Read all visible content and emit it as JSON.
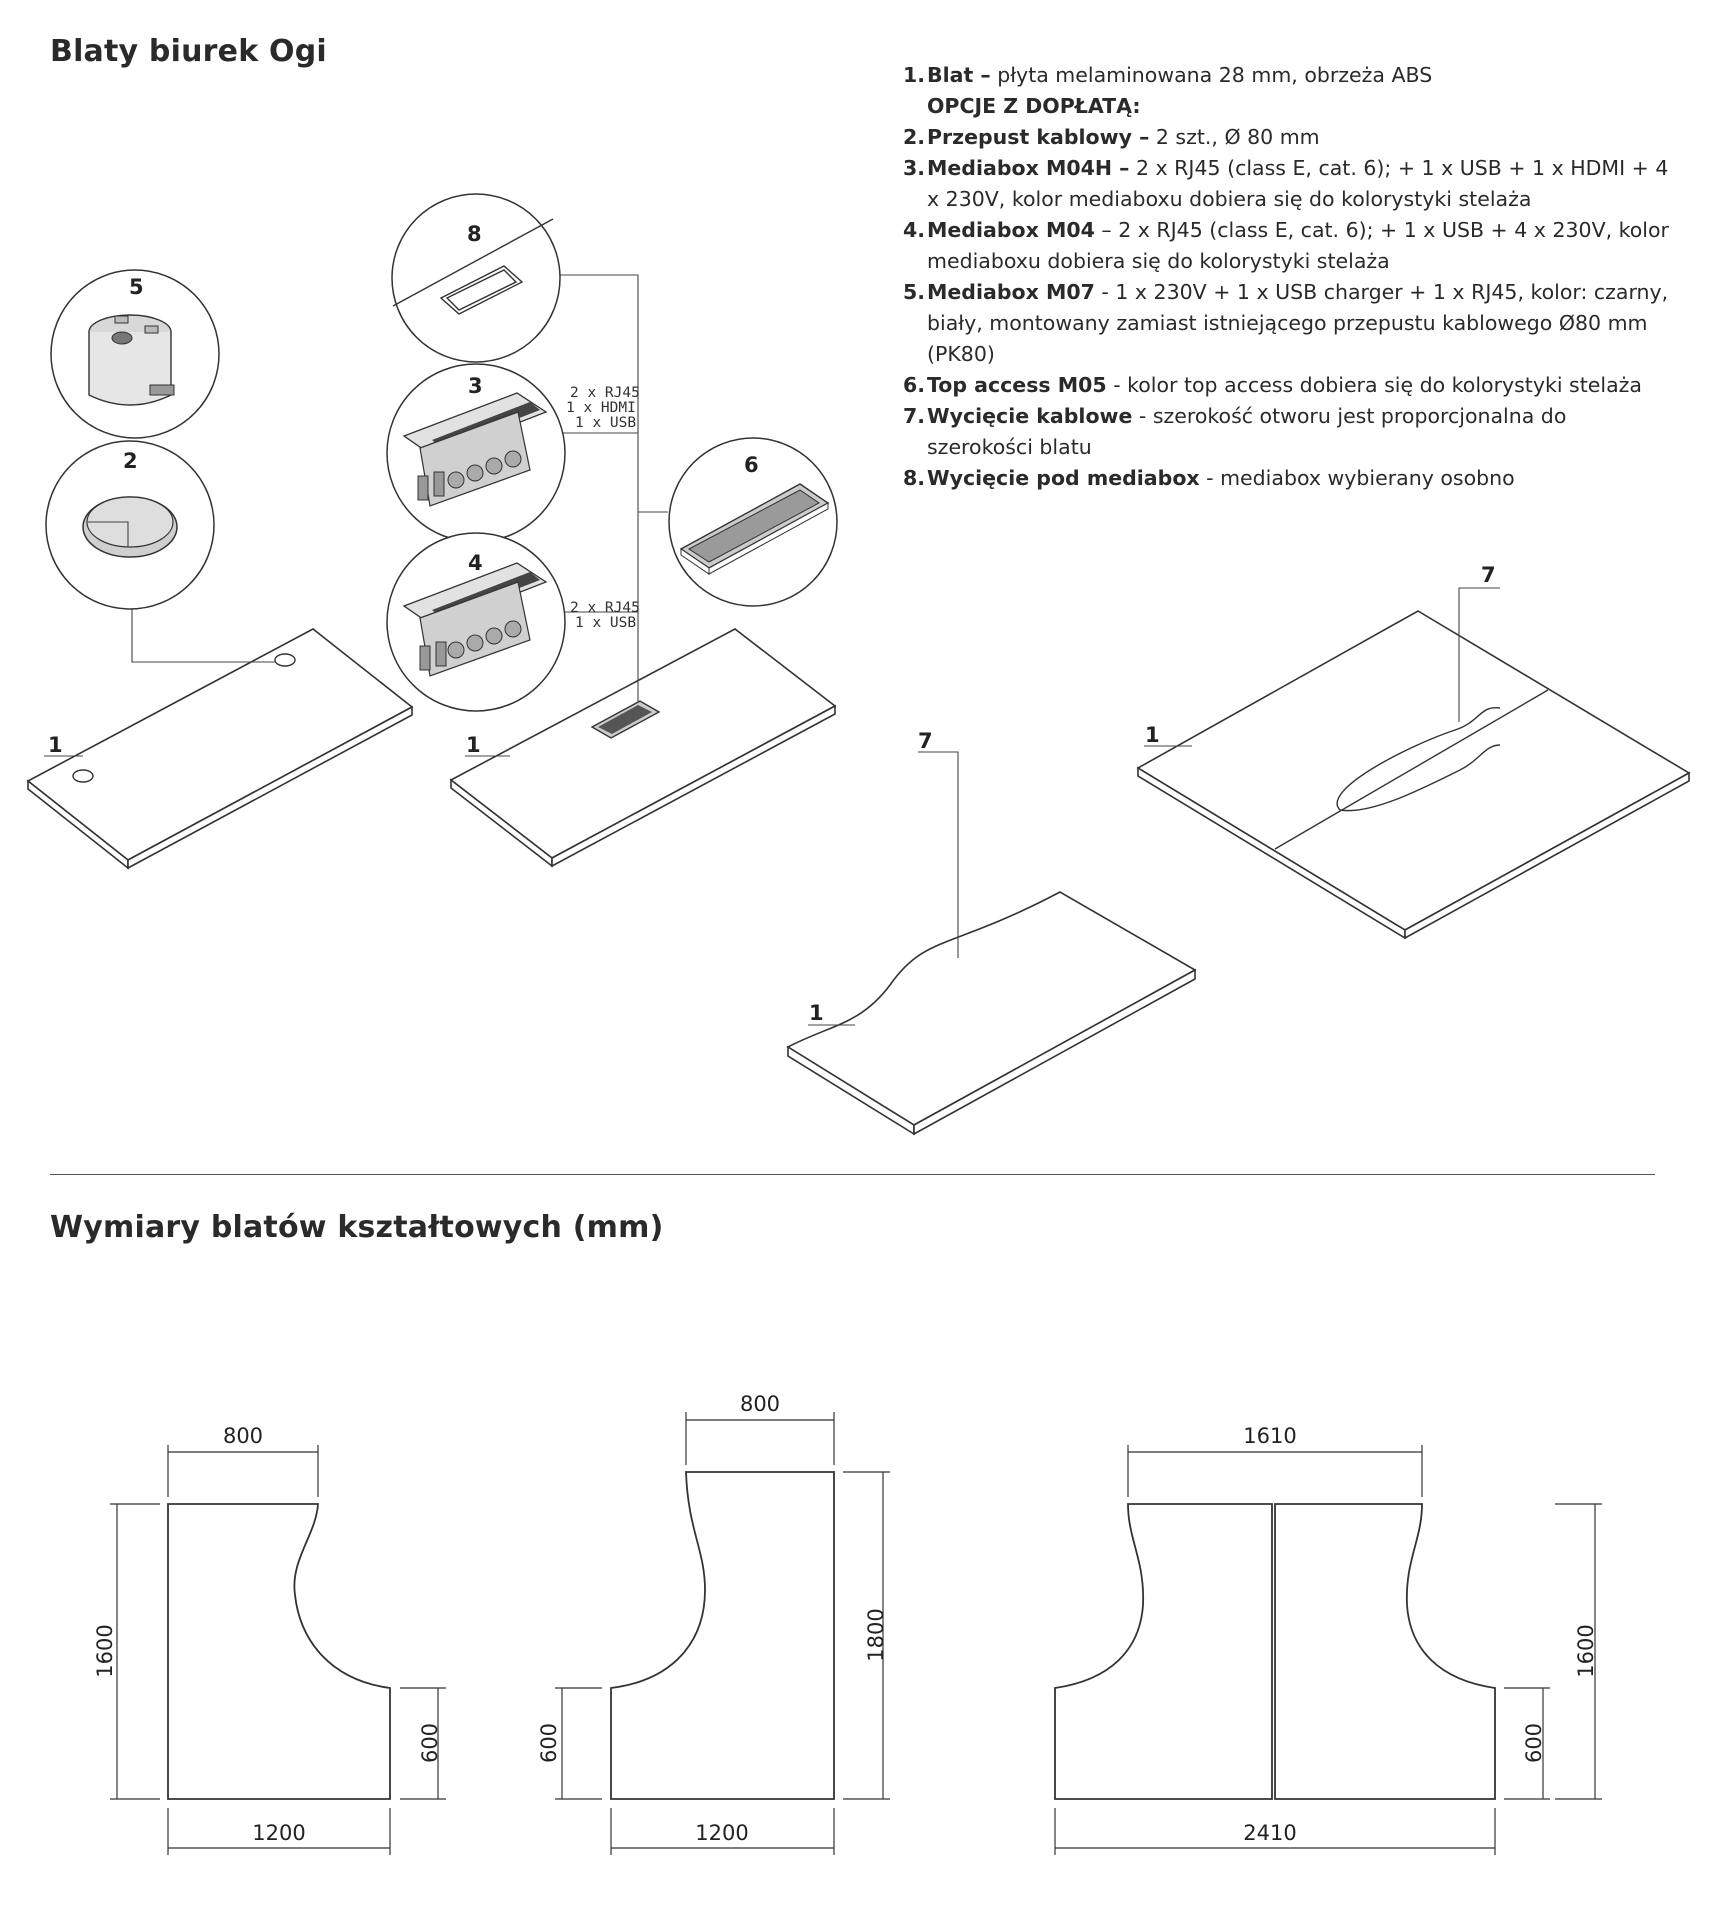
{
  "title": "Blaty biurek Ogi",
  "dimensions_title": "Wymiary blatów kształtowych (mm)",
  "specs": [
    {
      "num": "1.",
      "name": "Blat –",
      "text": "płyta melaminowana 28 mm, obrzeża ABS"
    },
    {
      "num": "2.",
      "name": "Przepust kablowy –",
      "text": "2 szt., Ø 80 mm"
    },
    {
      "num": "3.",
      "name": "Mediabox M04H –",
      "text": "2 x RJ45 (class E, cat. 6); + 1 x USB + 1 x HDMI + 4 x 230V, kolor mediaboxu dobiera się do kolorystyki stelaża"
    },
    {
      "num": "4.",
      "name": "Mediabox M04",
      "text": "– 2 x RJ45 (class E, cat. 6); + 1 x USB + 4 x 230V, kolor mediaboxu dobiera się do kolorystyki stelaża"
    },
    {
      "num": "5.",
      "name": "Mediabox M07",
      "text": "- 1 x 230V + 1 x USB charger + 1 x RJ45, kolor: czarny, biały, montowany zamiast istniejącego przepustu kablowego Ø80 mm (PK80)"
    },
    {
      "num": "6.",
      "name": "Top access M05",
      "text": "- kolor top access dobiera się do kolorystyki stelaża"
    },
    {
      "num": "7.",
      "name": "Wycięcie kablowe",
      "text": "- szerokość otworu jest proporcjonalna do szerokości blatu"
    },
    {
      "num": "8.",
      "name": "Wycięcie pod mediabox",
      "text": "- mediabox wybierany osobno"
    }
  ],
  "options_heading": "OPCJE Z DOPŁATĄ:",
  "callouts": {
    "n1": "1",
    "n2": "2",
    "n3": "3",
    "n4": "4",
    "n5": "5",
    "n6": "6",
    "n7": "7",
    "n8": "8"
  },
  "connector_labels": {
    "m04h": [
      "2 x RJ45",
      "1 x HDMI",
      "1 x USB"
    ],
    "m04": [
      "2 x RJ45",
      "1 x USB"
    ]
  },
  "shapes": [
    {
      "top_width": "800",
      "height": "1600",
      "small_height": "600",
      "bottom_width": "1200"
    },
    {
      "top_width": "800",
      "height": "1800",
      "small_height": "600",
      "bottom_width": "1200"
    },
    {
      "top_width": "1610",
      "height": "1600",
      "small_height": "600",
      "bottom_width": "2410"
    }
  ],
  "colors": {
    "line": "#333333",
    "text": "#222222",
    "panel": "#c9c9c9"
  }
}
